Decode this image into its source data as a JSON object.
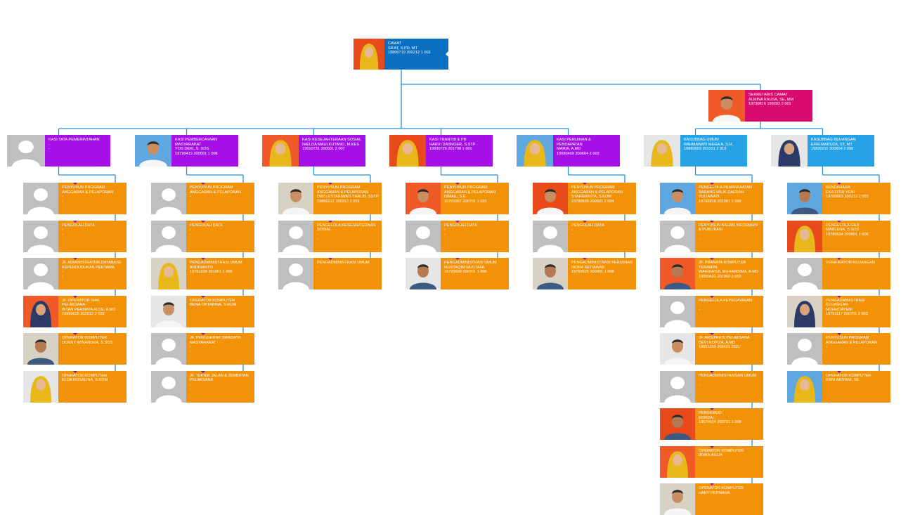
{
  "colors": {
    "head": "#0b6fc2",
    "secretary": "#d90b6e",
    "kasi": "#a410e6",
    "kasubbag": "#26a3e6",
    "staff": "#f29208",
    "line": "#2b8fd0"
  },
  "head": {
    "title": "CAMAT",
    "name": "SA'AT, S.Pd, MT",
    "nip": "19800719 200212 1 002",
    "photo": "person-photo-icon"
  },
  "secretary": {
    "title": "SEKRETARIS CAMAT",
    "name": "ALMINA KAUSA, SE, MM",
    "nip": "19730816 199202 2 001",
    "photo": "person-photo-icon"
  },
  "columns": [
    {
      "leader": {
        "title": "KASI TATA PEMERINTAHAN",
        "name": "-",
        "nip": "-",
        "photo": "placeholder-avatar-icon"
      },
      "staff": [
        {
          "title": "PENYUSUN PROGRAM ANGGARAN & PELAPORAN",
          "name": "-",
          "nip": "-",
          "photo": "placeholder-avatar-icon"
        },
        {
          "title": "PENGOLAH DATA",
          "name": "-",
          "nip": "-",
          "photo": "placeholder-avatar-icon"
        },
        {
          "title": "JF. ADMINISTRATOR DATABASE KEPENDUDUKAN PERTAMA",
          "name": "-",
          "nip": "-",
          "photo": "placeholder-avatar-icon"
        },
        {
          "title": "JF. OPERATOR SIAK PELAKSANA",
          "name": "INTAN PERMATA ALDE, A.Md",
          "nip": "19960626 202012 2 029",
          "photo": "person-photo-icon"
        },
        {
          "title": "OPERATOR KOMPUTER",
          "name": "DONNY WINANDRA, S.Sos",
          "nip": "",
          "photo": "person-photo-icon"
        },
        {
          "title": "OPERATOR KOMPUTER",
          "name": "ELDA ROSALINA, S.Kom",
          "nip": "",
          "photo": "person-photo-icon"
        }
      ]
    },
    {
      "leader": {
        "title": "KASI PEMBERDAYAAN MASYARAKAT",
        "name": "YOS DEKI, S. Sos",
        "nip": "19790419 200501 1 006",
        "photo": "person-photo-icon"
      },
      "staff": [
        {
          "title": "PENYUSUN PROGRAM ANGGARAN & PELAPORAN",
          "name": "-",
          "nip": "-",
          "photo": "placeholder-avatar-icon"
        },
        {
          "title": "PENGOLAH DATA",
          "name": "-",
          "nip": "-",
          "photo": "placeholder-avatar-icon"
        },
        {
          "title": "PENGADMINISTRASI UMUM",
          "name": "ANDRIANTO",
          "nip": "19761228 201001 1 005",
          "photo": "person-photo-icon"
        },
        {
          "title": "OPERATOR KOMPUTER",
          "name": "RENA OKTARINA, S.Kom",
          "nip": "",
          "photo": "person-photo-icon"
        },
        {
          "title": "JF. PENGGERAK SWADAYA MASYARAKAT",
          "name": "-",
          "nip": "-",
          "photo": "placeholder-avatar-icon"
        },
        {
          "title": "JF. TEKNIK JALAN & JEMBATAN PELAKSANA",
          "name": "-",
          "nip": "-",
          "photo": "placeholder-avatar-icon"
        }
      ]
    },
    {
      "leader": {
        "title": "KASI KESEJAHTERAAN SOSIAL",
        "name": "IMELDA MAULKUTANO, M.Kes",
        "nip": "19810731 200501 2 007",
        "photo": "person-photo-icon"
      },
      "staff": [
        {
          "title": "PENYUSUN PROGRAM ANGGARAN & PELAPORAN",
          "name": "DWI LESTARIWATI THALIB, SSTP",
          "nip": "19850312 200312 2 001",
          "photo": "person-photo-icon"
        },
        {
          "title": "PENGELOLA KESEJAHTERAAN SOSIAL",
          "name": "-",
          "nip": "-",
          "photo": "placeholder-avatar-icon"
        },
        {
          "title": "PENGADMINISTRASI UMUM",
          "name": "-",
          "nip": "-",
          "photo": "placeholder-avatar-icon"
        }
      ]
    },
    {
      "leader": {
        "title": "KASI TRANTIB & PB",
        "name": "HARVI DASNOER, S.STP",
        "nip": "19930726 201708 1 001",
        "photo": "person-photo-icon"
      },
      "staff": [
        {
          "title": "PENYUSUN PROGRAM ANGGARAN & PELAPORAN",
          "name": "ISMAIL, S.E",
          "nip": "19701007 200701 1 031",
          "photo": "person-photo-icon"
        },
        {
          "title": "PENGOLAH DATA",
          "name": "-",
          "nip": "-",
          "photo": "placeholder-avatar-icon"
        },
        {
          "title": "PENGADMINISTRASI UMUM",
          "name": "MUSTAQIM MUSTAFA",
          "nip": "19720509 200701 1 006",
          "photo": "person-photo-icon"
        }
      ]
    },
    {
      "leader": {
        "title": "KASI PERIJINAN & PENDAPATAN",
        "name": "MARIA, A.Md",
        "nip": "19680409 200604 2 003",
        "photo": "person-photo-icon"
      },
      "staff": [
        {
          "title": "PENYUSUN PROGRAM ANGGARAN & PELAPORAN",
          "name": "SYAFRIANITA, S.Kom",
          "nip": "19780509 200501 2 004",
          "photo": "person-photo-icon"
        },
        {
          "title": "PENGOLAH DATA",
          "name": "-",
          "nip": "-",
          "photo": "placeholder-avatar-icon"
        },
        {
          "title": "PENGADMINISTRASI PERIZINAN",
          "name": "INDRA SETIAWAN",
          "nip": "19760525 200901 1 008",
          "photo": "person-photo-icon"
        }
      ]
    },
    {
      "leader": {
        "title": "KASUBBAG UMUM",
        "name": "RAHMAWATI MEGA A, S.H.",
        "nip": "19880503 201101 2 013",
        "photo": "person-photo-icon"
      },
      "staff": [
        {
          "title": "PENGELOLA PEMANFAATAN BARANG MILIK DAERAH",
          "name": "YULIAWATI",
          "nip": "19780918 201001 2 009",
          "photo": "person-photo-icon"
        },
        {
          "title": "PENYUSUN BAHAN INFORMASI & PUBLIKASI",
          "name": "-",
          "nip": "-",
          "photo": "placeholder-avatar-icon"
        },
        {
          "title": "JF. PRANATA KOMPUTER TERAMPIL",
          "name": "WAHIDATUL MUHARDIMA, A.Md",
          "nip": "19950621 201902 2 003",
          "photo": "person-photo-icon"
        },
        {
          "title": "PENGELOLA KEPEGAWAIAN",
          "name": "-",
          "nip": "-",
          "photo": "placeholder-avatar-icon"
        },
        {
          "title": "JF. ARSIPARIS PELAKSANA",
          "name": "DEVI ROPIZA, A.Md",
          "nip": "19851250 202421 2021",
          "photo": "person-photo-icon"
        },
        {
          "title": "PENGADMINISTRASIAN UMUM",
          "name": "-",
          "nip": "-",
          "photo": "placeholder-avatar-icon"
        },
        {
          "title": "PENGEMUDI",
          "name": "EFRIZAL",
          "nip": "19670424 200701 1 008",
          "photo": "person-photo-icon"
        },
        {
          "title": "OPERATOR KOMPUTER",
          "name": "IRVAN AULIA",
          "nip": "",
          "photo": "person-photo-icon"
        },
        {
          "title": "OPERATOR KOMPUTER",
          "name": "HARY PERMANA",
          "nip": "",
          "photo": "person-photo-icon"
        }
      ]
    },
    {
      "leader": {
        "title": "KASUBBAG KEUANGAN",
        "name": "EFRI MARUZA, ST, MT",
        "nip": "19830211 200604 2 006",
        "photo": "person-photo-icon"
      },
      "staff": [
        {
          "title": "BENDAHARA",
          "name": "EKA FITRI YENI",
          "nip": "19760602 200212 2 003",
          "photo": "person-photo-icon"
        },
        {
          "title": "PENGELOLA GAJI",
          "name": "MARLENA, S.Sos",
          "nip": "19780534 200801 2 006",
          "photo": "person-photo-icon"
        },
        {
          "title": "VERIFIKATOR KEUANGAN",
          "name": "-",
          "nip": "",
          "photo": "placeholder-avatar-icon"
        },
        {
          "title": "PENGADMINISTRASI KEUANGAN",
          "name": "NOFRIDAYENI",
          "nip": "19751117 200701 2 003",
          "photo": "person-photo-icon"
        },
        {
          "title": "PENYUSUN PROGRAM ANGGARAN & PELAPORAN",
          "name": "-",
          "nip": "-",
          "photo": "placeholder-avatar-icon"
        },
        {
          "title": "OPERATOR KOMPUTER",
          "name": "RANI ARIYANI, SE",
          "nip": "",
          "photo": "person-photo-icon"
        }
      ]
    }
  ]
}
